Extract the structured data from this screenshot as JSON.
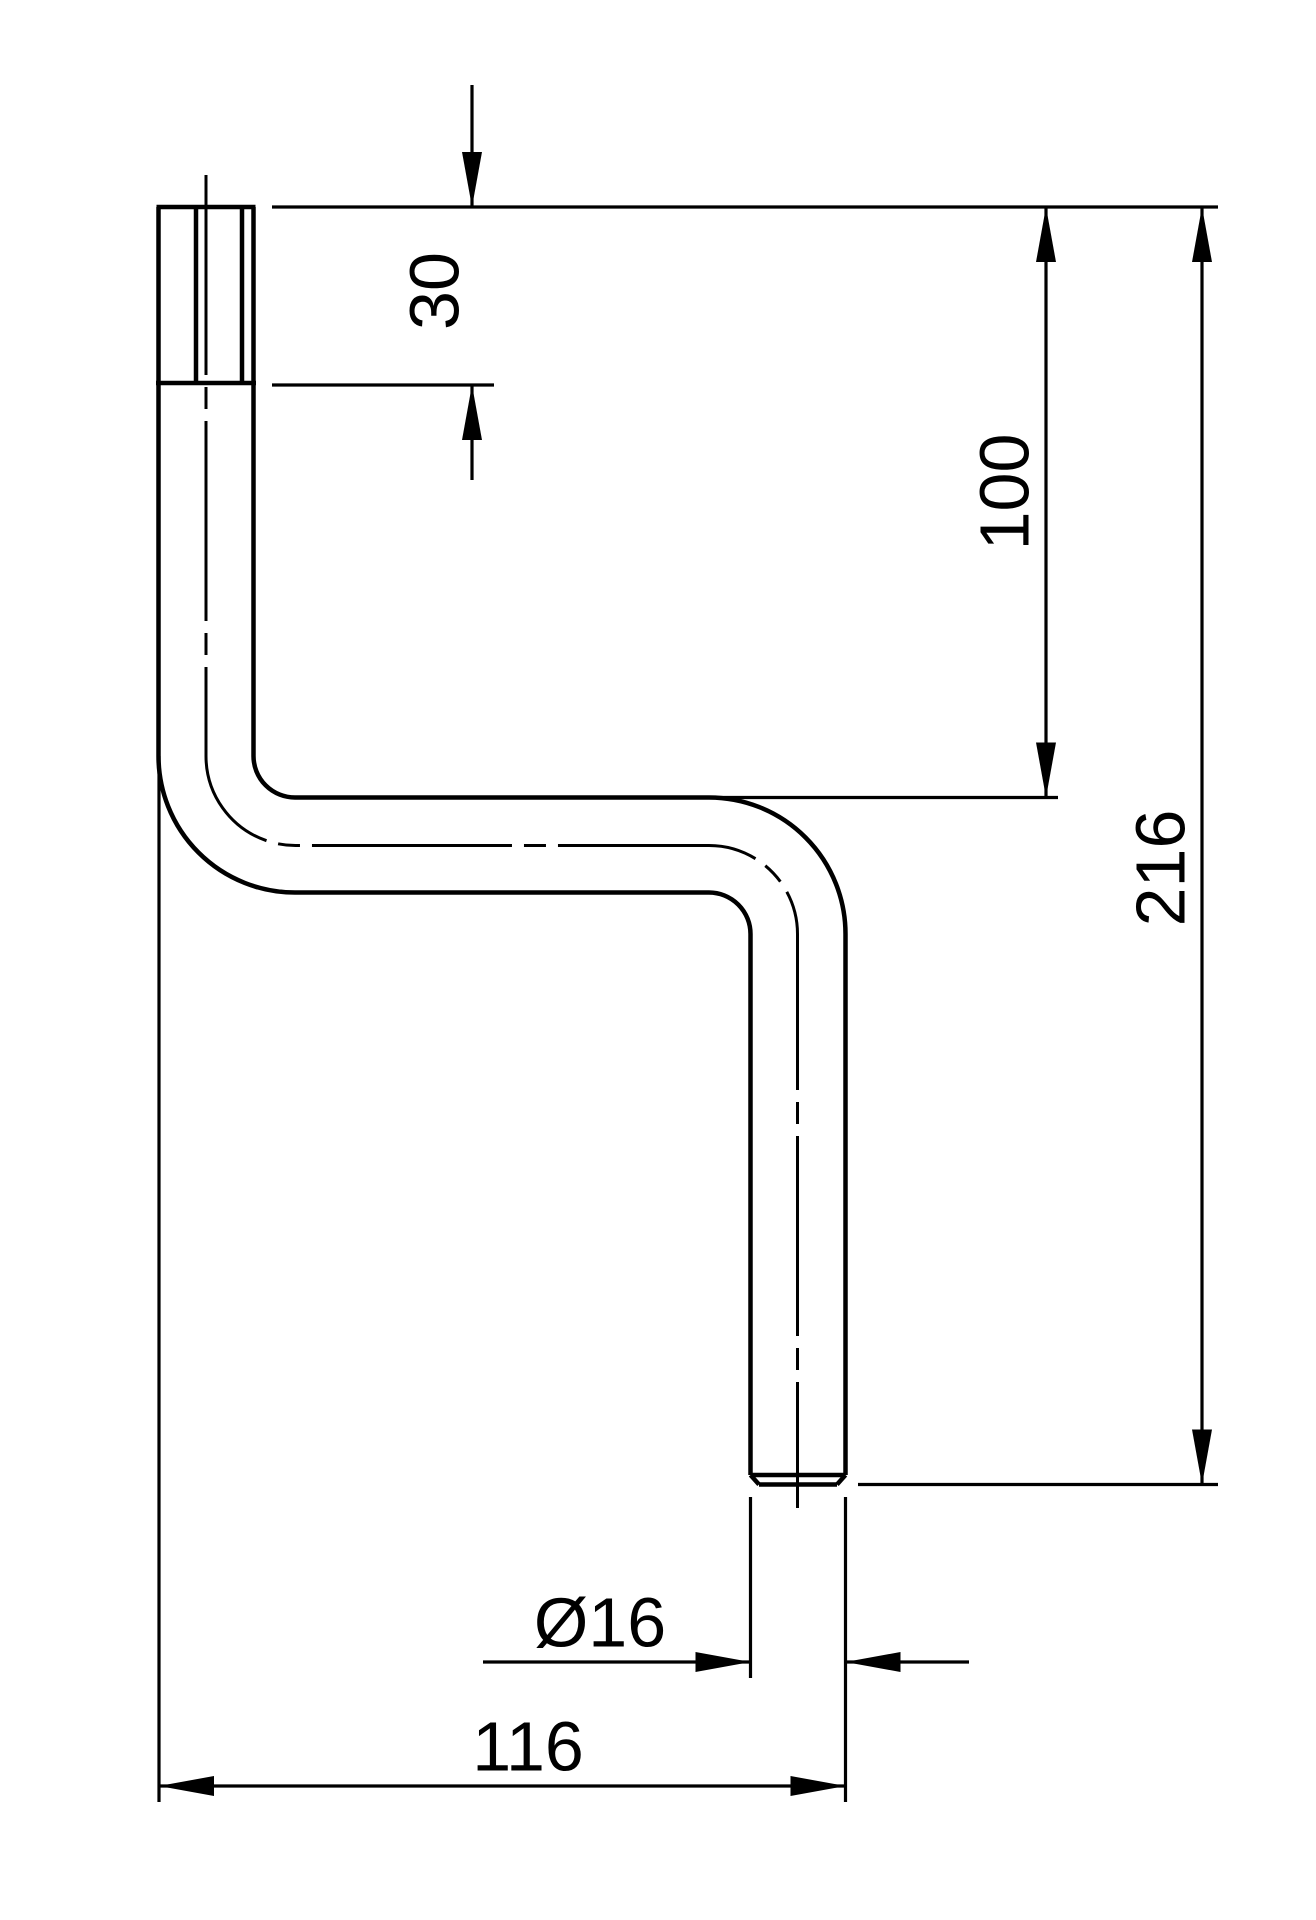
{
  "drawing": {
    "background_color": "#ffffff",
    "line_color": "#000000",
    "part": "z-bent-round-rod-with-threaded-end",
    "dimensions": {
      "thread_length": {
        "label": "30"
      },
      "drop_height": {
        "label": "100"
      },
      "total_height": {
        "label": "216"
      },
      "diameter": {
        "label": "Ø16"
      },
      "overall_width": {
        "label": "116"
      }
    }
  }
}
